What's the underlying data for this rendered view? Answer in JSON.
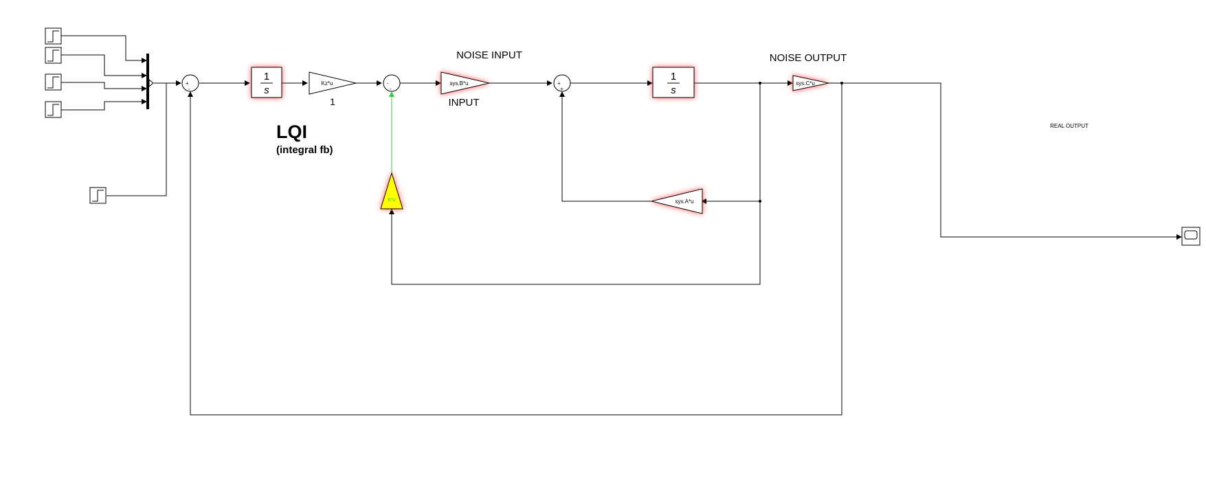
{
  "annotations": {
    "lqi_title": "LQI",
    "lqi_subtitle": "(integral fb)",
    "noise_input": "NOISE INPUT",
    "input": "INPUT",
    "noise_output": "NOISE OUTPUT",
    "real_output": "REAL OUTPUT"
  },
  "blocks": {
    "integrator_num": "1",
    "integrator_den": "s",
    "gain_kz": "Kz*u",
    "gain_kz_value": "1",
    "gain_b": "sys.B*u",
    "gain_c": "sys.C*u",
    "gain_a": "sys.A*u",
    "gain_k": "K*u"
  },
  "sum_signs": {
    "sum1_top": "+",
    "sum1_bottom": "-",
    "sum2_top": "-",
    "sum2_bottom": "-",
    "sum3_top": "+",
    "sum3_bottom": "+"
  },
  "colors": {
    "highlight": "#ff4d4d",
    "feedback_signal": "#2ecc40",
    "k_gain_fill": "#ffff00"
  }
}
